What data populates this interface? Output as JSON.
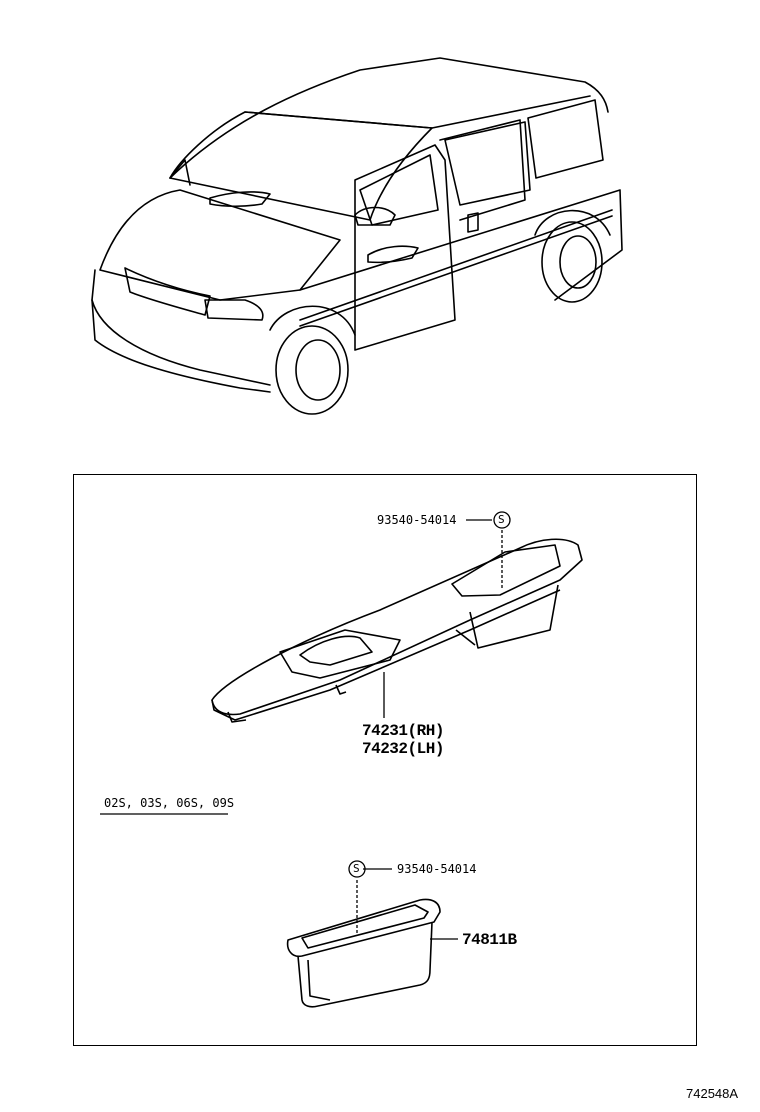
{
  "parts": {
    "screw_top": "93540-54014",
    "panel_rh": "74231(RH)",
    "panel_lh": "74232(LH)",
    "applicability": "02S, 03S, 06S, 09S",
    "screw_bottom": "93540-54014",
    "cup": "74811B",
    "screw_symbol": "S"
  },
  "figure_id": "742548A"
}
